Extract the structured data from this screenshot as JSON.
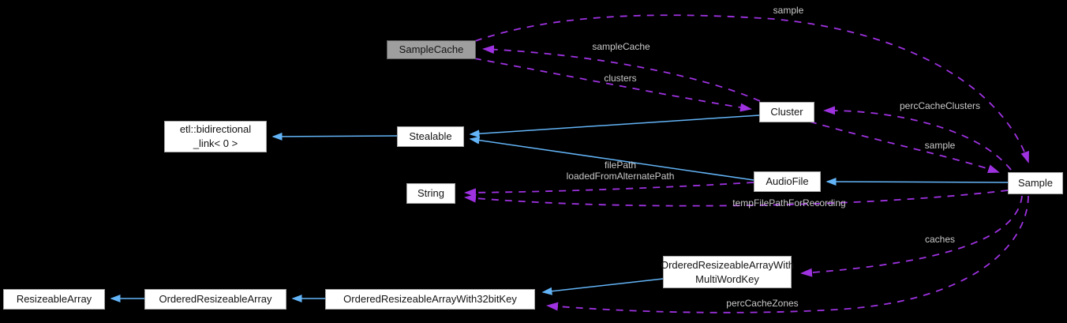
{
  "colors": {
    "background": "#000000",
    "inheritance_arrow": "#63b4f7",
    "usage_arrow": "#9e32e0",
    "edge_label_text": "#c9c9c9",
    "node_fill": "#ffffff",
    "node_border": "#a6a6a6",
    "node_text": "#141414",
    "focus_node_fill": "#9e9e9e"
  },
  "nodes": {
    "sampleCache": {
      "label": "SampleCache"
    },
    "etlBidirectionalLink": {
      "line1": "etl::bidirectional",
      "line2": "_link< 0 >"
    },
    "stealable": {
      "label": "Stealable"
    },
    "string": {
      "label": "String"
    },
    "cluster": {
      "label": "Cluster"
    },
    "audioFile": {
      "label": "AudioFile"
    },
    "sample": {
      "label": "Sample"
    },
    "orderedResizeableArrayWithMultiWordKey": {
      "line1": "OrderedResizeableArrayWith",
      "line2": "MultiWordKey"
    },
    "resizeableArray": {
      "label": "ResizeableArray"
    },
    "orderedResizeableArray": {
      "label": "OrderedResizeableArray"
    },
    "orderedResizeableArrayWith32bitKey": {
      "label": "OrderedResizeableArrayWith32bitKey"
    }
  },
  "edge_labels": {
    "sampleTop": "sample",
    "sampleCacheRef": "sampleCache",
    "clusters": "clusters",
    "percCacheClusters": "percCacheClusters",
    "sampleMid": "sample",
    "filePathLine1": "filePath",
    "filePathLine2": "loadedFromAlternatePath",
    "tempFilePathForRecording": "tempFilePathForRecording",
    "caches": "caches",
    "percCacheZones": "percCacheZones"
  }
}
